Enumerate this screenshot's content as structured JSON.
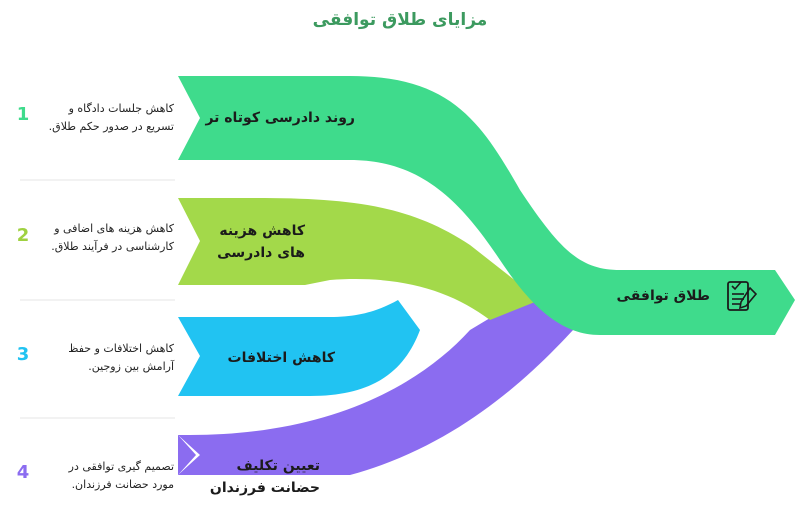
{
  "title": "مزایای طلاق توافقی",
  "target": {
    "label": "طلاق توافقی",
    "icon": "contract-pen-icon"
  },
  "items": [
    {
      "number": "1",
      "label": "روند دادرسی کوتاه تر",
      "desc": "کاهش جلسات دادگاه و تسریع در صدور حکم طلاق.",
      "color": "#3fdb8c",
      "numColor": "#3fdb8c"
    },
    {
      "number": "2",
      "label": "کاهش هزینه های دادرسی",
      "desc": "کاهش هزینه های اضافی و کارشناسی در فرآیند طلاق.",
      "color": "#a3d94a",
      "numColor": "#9fd140"
    },
    {
      "number": "3",
      "label": "کاهش اختلافات",
      "desc": "کاهش اختلافات و حفظ آرامش بین زوجین.",
      "color": "#21c3f2",
      "numColor": "#21c3f2"
    },
    {
      "number": "4",
      "label": "تعیین تکلیف حضانت فرزندان",
      "desc": "تصمیم گیری توافقی در مورد حضانت فرزندان.",
      "color": "#8b6cf0",
      "numColor": "#8b6cf0"
    }
  ]
}
